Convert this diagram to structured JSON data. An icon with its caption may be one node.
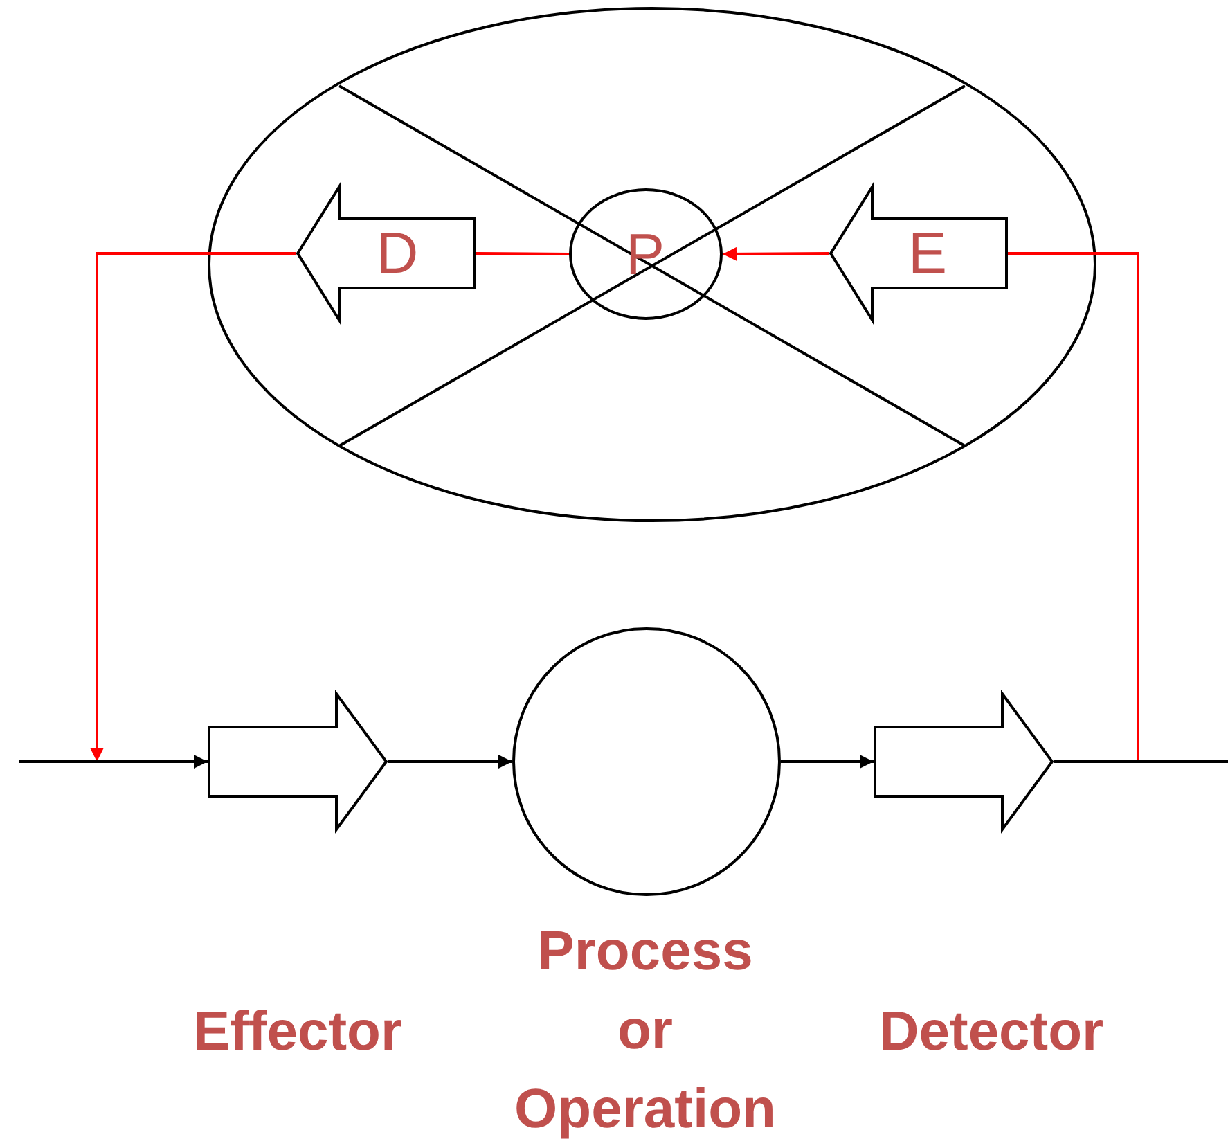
{
  "diagram": {
    "nodes": [
      {
        "text": [],
        "shape": "ellipse"
      },
      {
        "text": [
          "D"
        ],
        "in": 0
      },
      {
        "text": [
          "P"
        ],
        "in": 0
      },
      {
        "text": [
          "E"
        ],
        "in": 0
      },
      {
        "text": [],
        "shape": "arrow",
        "beside": [
          "Effector"
        ]
      },
      {
        "text": [
          "Process or Operation"
        ]
      },
      {
        "text": [],
        "shape": "arrow",
        "beside": [
          "Detector"
        ]
      }
    ],
    "edges": [
      {
        "from": null,
        "to": 4,
        "arrow": "to"
      },
      {
        "from": 4,
        "to": 5,
        "arrow": "to"
      },
      {
        "from": 5,
        "to": 6,
        "arrow": "to"
      },
      {
        "from": 6,
        "to": null,
        "arrow": "none"
      },
      {
        "from": 6,
        "to": 3,
        "arrow": "none",
        "color": "#ff0000"
      },
      {
        "from": 3,
        "to": 2,
        "arrow": "to",
        "color": "#ff0000"
      },
      {
        "from": 2,
        "to": 1,
        "arrow": "none",
        "color": "#ff0000"
      },
      {
        "from": 1,
        "to": null,
        "arrow": "to",
        "color": "#ff0000"
      }
    ]
  }
}
